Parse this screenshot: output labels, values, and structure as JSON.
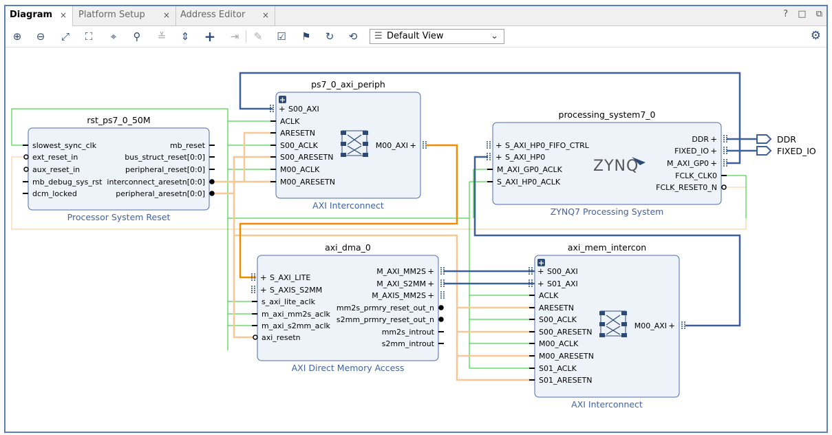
{
  "tabs": [
    {
      "label": "Diagram",
      "active": true
    },
    {
      "label": "Platform Setup",
      "active": false
    },
    {
      "label": "Address Editor",
      "active": false
    }
  ],
  "tab_close_glyph": "×",
  "window_controls": [
    "?",
    "□",
    "⧉"
  ],
  "toolbar": {
    "icons": [
      "zoom-in-icon",
      "zoom-out-icon",
      "fit-full-icon",
      "fit-selection-icon",
      "auto-connect-icon",
      "search-icon",
      "collapse-all-icon",
      "expand-all-icon",
      "add-ip-icon",
      "make-external-icon",
      "properties-icon",
      "validate-icon",
      "pin-icon",
      "refresh-icon",
      "regenerate-layout-icon"
    ],
    "view_selector_value": "Default View",
    "settings_icon": "gear-icon"
  },
  "blocks": {
    "rst": {
      "instance": "rst_ps7_0_50M",
      "type": "Processor System Reset",
      "ports_left": [
        "slowest_sync_clk",
        "ext_reset_in",
        "aux_reset_in",
        "mb_debug_sys_rst",
        "dcm_locked"
      ],
      "ports_right": [
        "mb_reset",
        "bus_struct_reset[0:0]",
        "peripheral_reset[0:0]",
        "interconnect_aresetn[0:0]",
        "peripheral_aresetn[0:0]"
      ]
    },
    "periph": {
      "instance": "ps7_0_axi_periph",
      "type": "AXI Interconnect",
      "ports_left": [
        "S00_AXI",
        "ACLK",
        "ARESETN",
        "S00_ACLK",
        "S00_ARESETN",
        "M00_ACLK",
        "M00_ARESETN"
      ],
      "ports_right": [
        "M00_AXI"
      ]
    },
    "ps": {
      "instance": "processing_system7_0",
      "type": "ZYNQ7 Processing System",
      "logo": "ZYNQ",
      "ports_left": [
        "S_AXI_HP0_FIFO_CTRL",
        "S_AXI_HP0",
        "M_AXI_GP0_ACLK",
        "S_AXI_HP0_ACLK"
      ],
      "ports_right": [
        "DDR",
        "FIXED_IO",
        "M_AXI_GP0",
        "FCLK_CLK0",
        "FCLK_RESET0_N"
      ]
    },
    "dma": {
      "instance": "axi_dma_0",
      "type": "AXI Direct Memory Access",
      "ports_left": [
        "S_AXI_LITE",
        "S_AXIS_S2MM",
        "s_axi_lite_aclk",
        "m_axi_mm2s_aclk",
        "m_axi_s2mm_aclk",
        "axi_resetn"
      ],
      "ports_right": [
        "M_AXI_MM2S",
        "M_AXI_S2MM",
        "M_AXIS_MM2S",
        "mm2s_prmry_reset_out_n",
        "s2mm_prmry_reset_out_n",
        "mm2s_introut",
        "s2mm_introut"
      ]
    },
    "mem": {
      "instance": "axi_mem_intercon",
      "type": "AXI Interconnect",
      "ports_left": [
        "S00_AXI",
        "S01_AXI",
        "ACLK",
        "ARESETN",
        "S00_ACLK",
        "S00_ARESETN",
        "M00_ACLK",
        "M00_ARESETN",
        "S01_ACLK",
        "S01_ARESETN"
      ],
      "ports_right": [
        "M00_AXI"
      ]
    }
  },
  "external_ports": [
    "DDR",
    "FIXED_IO"
  ],
  "colors": {
    "frame": "#5b7fb8",
    "block_fill": "#eef3fa",
    "block_stroke": "#4a6ea9",
    "bus": "#3c5f99",
    "clock_net": "#22cc22",
    "reset_net": "#f5c896",
    "selected_bus": "#f08c00",
    "type_label": "#3f63a3"
  }
}
